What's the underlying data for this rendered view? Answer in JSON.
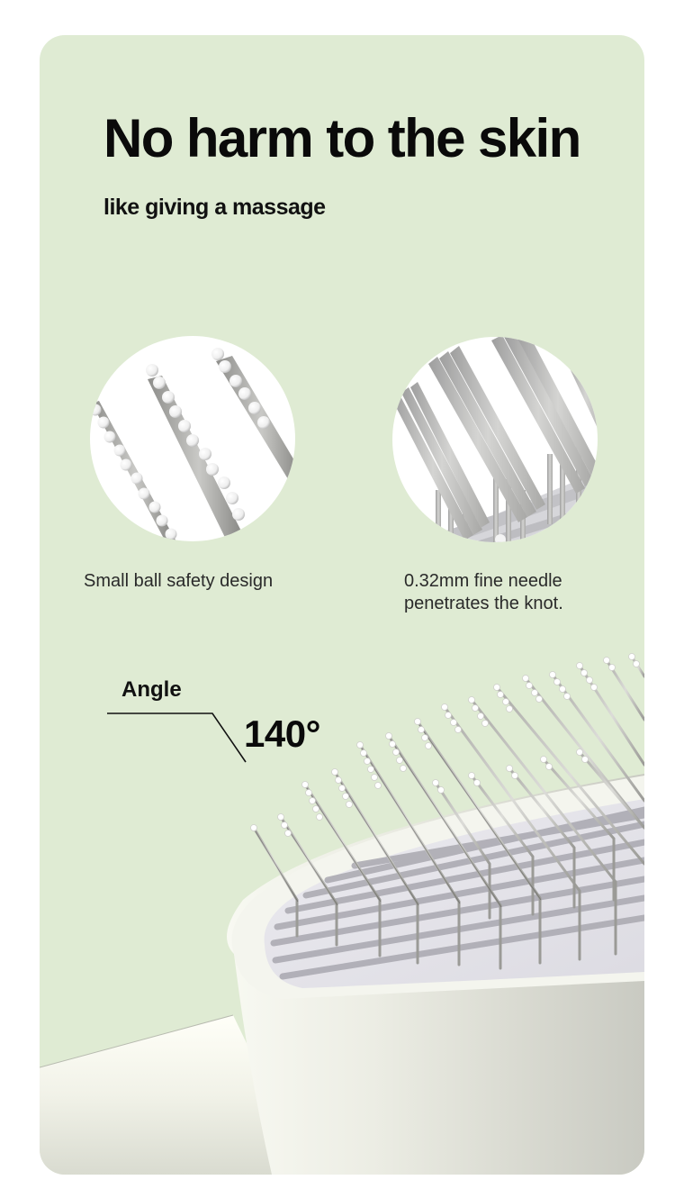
{
  "header": {
    "title": "No harm to the skin",
    "subtitle": "like giving a massage"
  },
  "features": [
    {
      "image": "ball-tip-pins-closeup",
      "caption_lines": [
        "Small ball safety design"
      ]
    },
    {
      "image": "fine-needle-pins-closeup",
      "caption_lines": [
        "0.32mm fine needle",
        "penetrates the knot."
      ]
    }
  ],
  "angle": {
    "label": "Angle",
    "value": "140°"
  },
  "colors": {
    "background": "#ffffff",
    "card": "#dfebd3",
    "text": "#0a0a0a",
    "brush_body": "#eceee4",
    "brush_plate": "#e4e3ea",
    "pin": "#bdbdb8"
  }
}
